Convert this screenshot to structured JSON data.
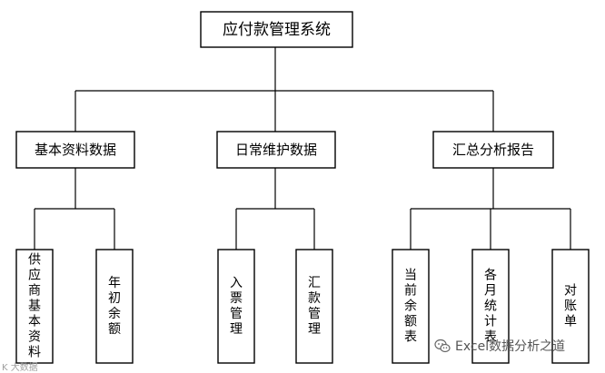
{
  "diagram": {
    "root": "应付款管理系统",
    "branches": [
      {
        "label": "基本资料数据",
        "children": [
          "供应商基本资料",
          "年初余额"
        ]
      },
      {
        "label": "日常维护数据",
        "children": [
          "入票管理",
          "汇款管理"
        ]
      },
      {
        "label": "汇总分析报告",
        "children": [
          "当前余额表",
          "各月统计表",
          "对账单"
        ]
      }
    ]
  },
  "watermark": {
    "right_text": "Excel数据分析之道",
    "right_icon": "wechat-icon",
    "left_text": "K 大数据"
  }
}
